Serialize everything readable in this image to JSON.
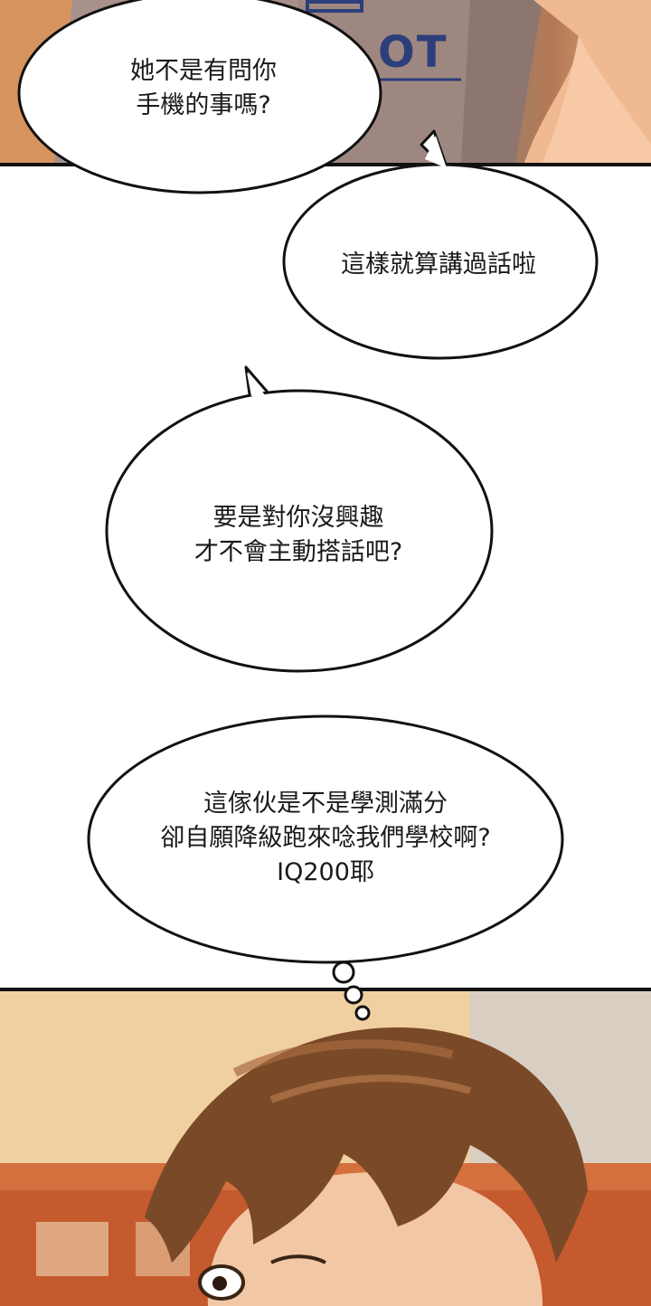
{
  "bubbles": [
    {
      "id": "b1",
      "text": "她不是有問你\n手機的事嗎?"
    },
    {
      "id": "b2",
      "text": "這樣就算講過話啦"
    },
    {
      "id": "b3",
      "text": "要是對你沒興趣\n才不會主動搭話吧?"
    },
    {
      "id": "b4",
      "text": "這傢伙是不是學測滿分\n卻自願降級跑來唸我們學校啊?\nIQ200耶"
    }
  ],
  "shirt_print": "OT",
  "colors": {
    "ink": "#1a1a1a",
    "hair": "#7a4a28",
    "skin": "#f2c7a5"
  }
}
